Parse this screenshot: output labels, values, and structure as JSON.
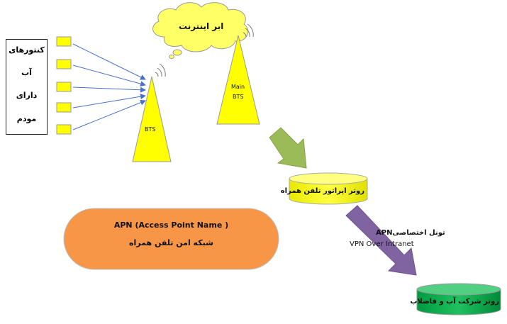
{
  "meters": {
    "lines": [
      "کنتورهای",
      "آب",
      "دارای",
      "مودم"
    ]
  },
  "cloud": {
    "label": "ابر اینترنت"
  },
  "bts": {
    "label": "BTS"
  },
  "main_bts": {
    "line1": "Main",
    "line2": "BTS"
  },
  "operator_router": {
    "label": "روتر اپراتور تلفن همراه"
  },
  "apn_box": {
    "line1": "APN (Access Point Name )",
    "line2": "شبکه امن تلفن همراه"
  },
  "tunnel": {
    "line1": "APNتونل اختصاصی",
    "line2": "VPN Over Intranet"
  },
  "company_router": {
    "label": "روتر شرکت آب و فاضلاب"
  },
  "colors": {
    "yellow": "#ffff00",
    "cloud": "#ffff66",
    "orange": "#f79646",
    "green_arrow": "#9bbb59",
    "purple_arrow": "#8064a2",
    "green_cyl": "#00b050"
  }
}
